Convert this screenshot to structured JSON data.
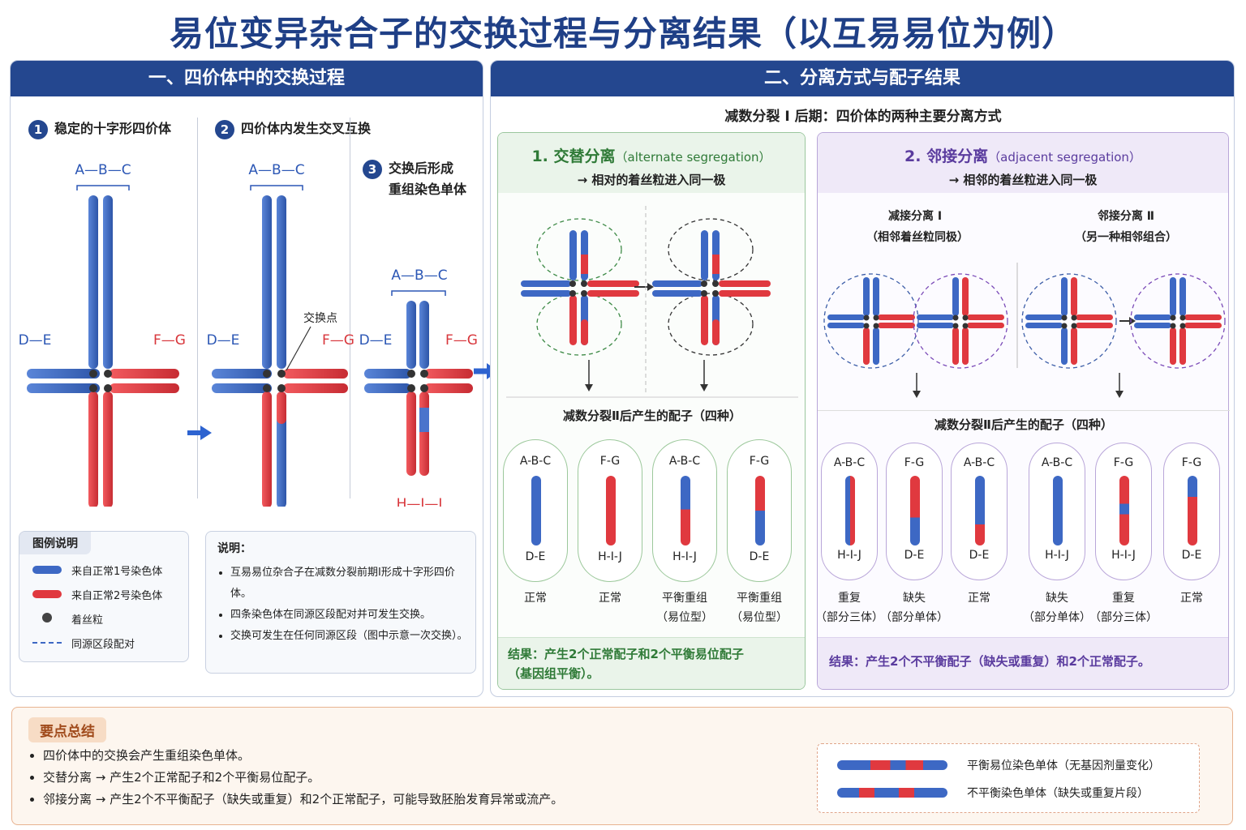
{
  "title": "易位变异杂合子的交换过程与分离结果（以互易易位为例）",
  "left_panel": {
    "header": "一、四价体中的交换过程",
    "step1": {
      "num": "1",
      "label": "稳定的十字形四价体"
    },
    "step2": {
      "num": "2",
      "label": "四价体内发生交叉互换"
    },
    "step3": {
      "num": "3",
      "label_line1": "交换后形成",
      "label_line2": "重组染色单体"
    },
    "arm_top": "A—B—C",
    "arm_left": "D—E",
    "arm_right": "F—G",
    "arm_bottom": "H—I—J",
    "exchange_point": "交换点",
    "legend": {
      "title": "图例说明",
      "items": [
        "来自正常1号染色体",
        "来自正常2号染色体",
        "着丝粒",
        "同源区段配对"
      ]
    },
    "notes": {
      "title": "说明：",
      "items": [
        "互易易位杂合子在减数分裂前期Ⅰ形成十字形四价体。",
        "四条染色体在同源区段配对并可发生交换。",
        "交换可发生在任何同源区段（图中示意一次交换）。"
      ]
    }
  },
  "right_panel": {
    "header": "二、分离方式与配子结果",
    "subtitle": "减数分裂 Ⅰ 后期：四价体的两种主要分离方式",
    "alternate": {
      "title_num": "1.",
      "title_cn": "交替分离",
      "title_en": "（alternate segregation）",
      "desc": "→ 相对的着丝粒进入同一极",
      "gamete_heading": "减数分裂Ⅱ后产生的配子（四种）",
      "gametes": [
        {
          "top": "A-B-C",
          "bottom": "D-E",
          "type_line1": "正常",
          "type_line2": ""
        },
        {
          "top": "F-G",
          "bottom": "H-I-J",
          "type_line1": "正常",
          "type_line2": ""
        },
        {
          "top": "A-B-C",
          "bottom": "H-I-J",
          "type_line1": "平衡重组",
          "type_line2": "（易位型）"
        },
        {
          "top": "F-G",
          "bottom": "D-E",
          "type_line1": "平衡重组",
          "type_line2": "（易位型）"
        }
      ],
      "result_line1": "结果：产生2个正常配子和2个平衡易位配子",
      "result_line2": "（基因组平衡）。"
    },
    "adjacent": {
      "title_num": "2.",
      "title_cn": "邻接分离",
      "title_en": "（adjacent segregation）",
      "desc": "→ 相邻的着丝粒进入同一极",
      "sub1_title": "减接分离 Ⅰ",
      "sub1_desc": "（相邻着丝粒同极）",
      "sub2_title": "邻接分离 Ⅱ",
      "sub2_desc": "（另一种相邻组合）",
      "gamete_heading": "减数分裂Ⅱ后产生的配子（四种）",
      "gametes": [
        {
          "top": "A-B-C",
          "bottom": "H-I-J",
          "type_line1": "重复",
          "type_line2": "（部分三体）"
        },
        {
          "top": "F-G",
          "bottom": "D-E",
          "type_line1": "缺失",
          "type_line2": "（部分单体）"
        },
        {
          "top": "A-B-C",
          "bottom": "D-E",
          "type_line1": "正常",
          "type_line2": ""
        },
        {
          "top": "A-B-C",
          "bottom": "H-I-J",
          "type_line1": "缺失",
          "type_line2": "（部分单体）"
        },
        {
          "top": "F-G",
          "bottom": "H-I-J",
          "type_line1": "重复",
          "type_line2": "（部分三体）"
        },
        {
          "top": "F-G",
          "bottom": "D-E",
          "type_line1": "正常",
          "type_line2": ""
        }
      ],
      "result": "结果：产生2个不平衡配子（缺失或重复）和2个正常配子。"
    }
  },
  "summary": {
    "title": "要点总结",
    "items": [
      "四价体中的交换会产生重组染色单体。",
      "交替分离 → 产生2个正常配子和2个平衡易位配子。",
      "邻接分离 → 产生2个不平衡配子（缺失或重复）和2个正常配子，可能导致胚胎发育异常或流产。"
    ],
    "legend": [
      "平衡易位染色单体（无基因剂量变化）",
      "不平衡染色单体（缺失或重复片段）"
    ]
  },
  "colors": {
    "chrom1": "#3d68c4",
    "chrom2": "#e0393f",
    "header": "#24478f"
  }
}
